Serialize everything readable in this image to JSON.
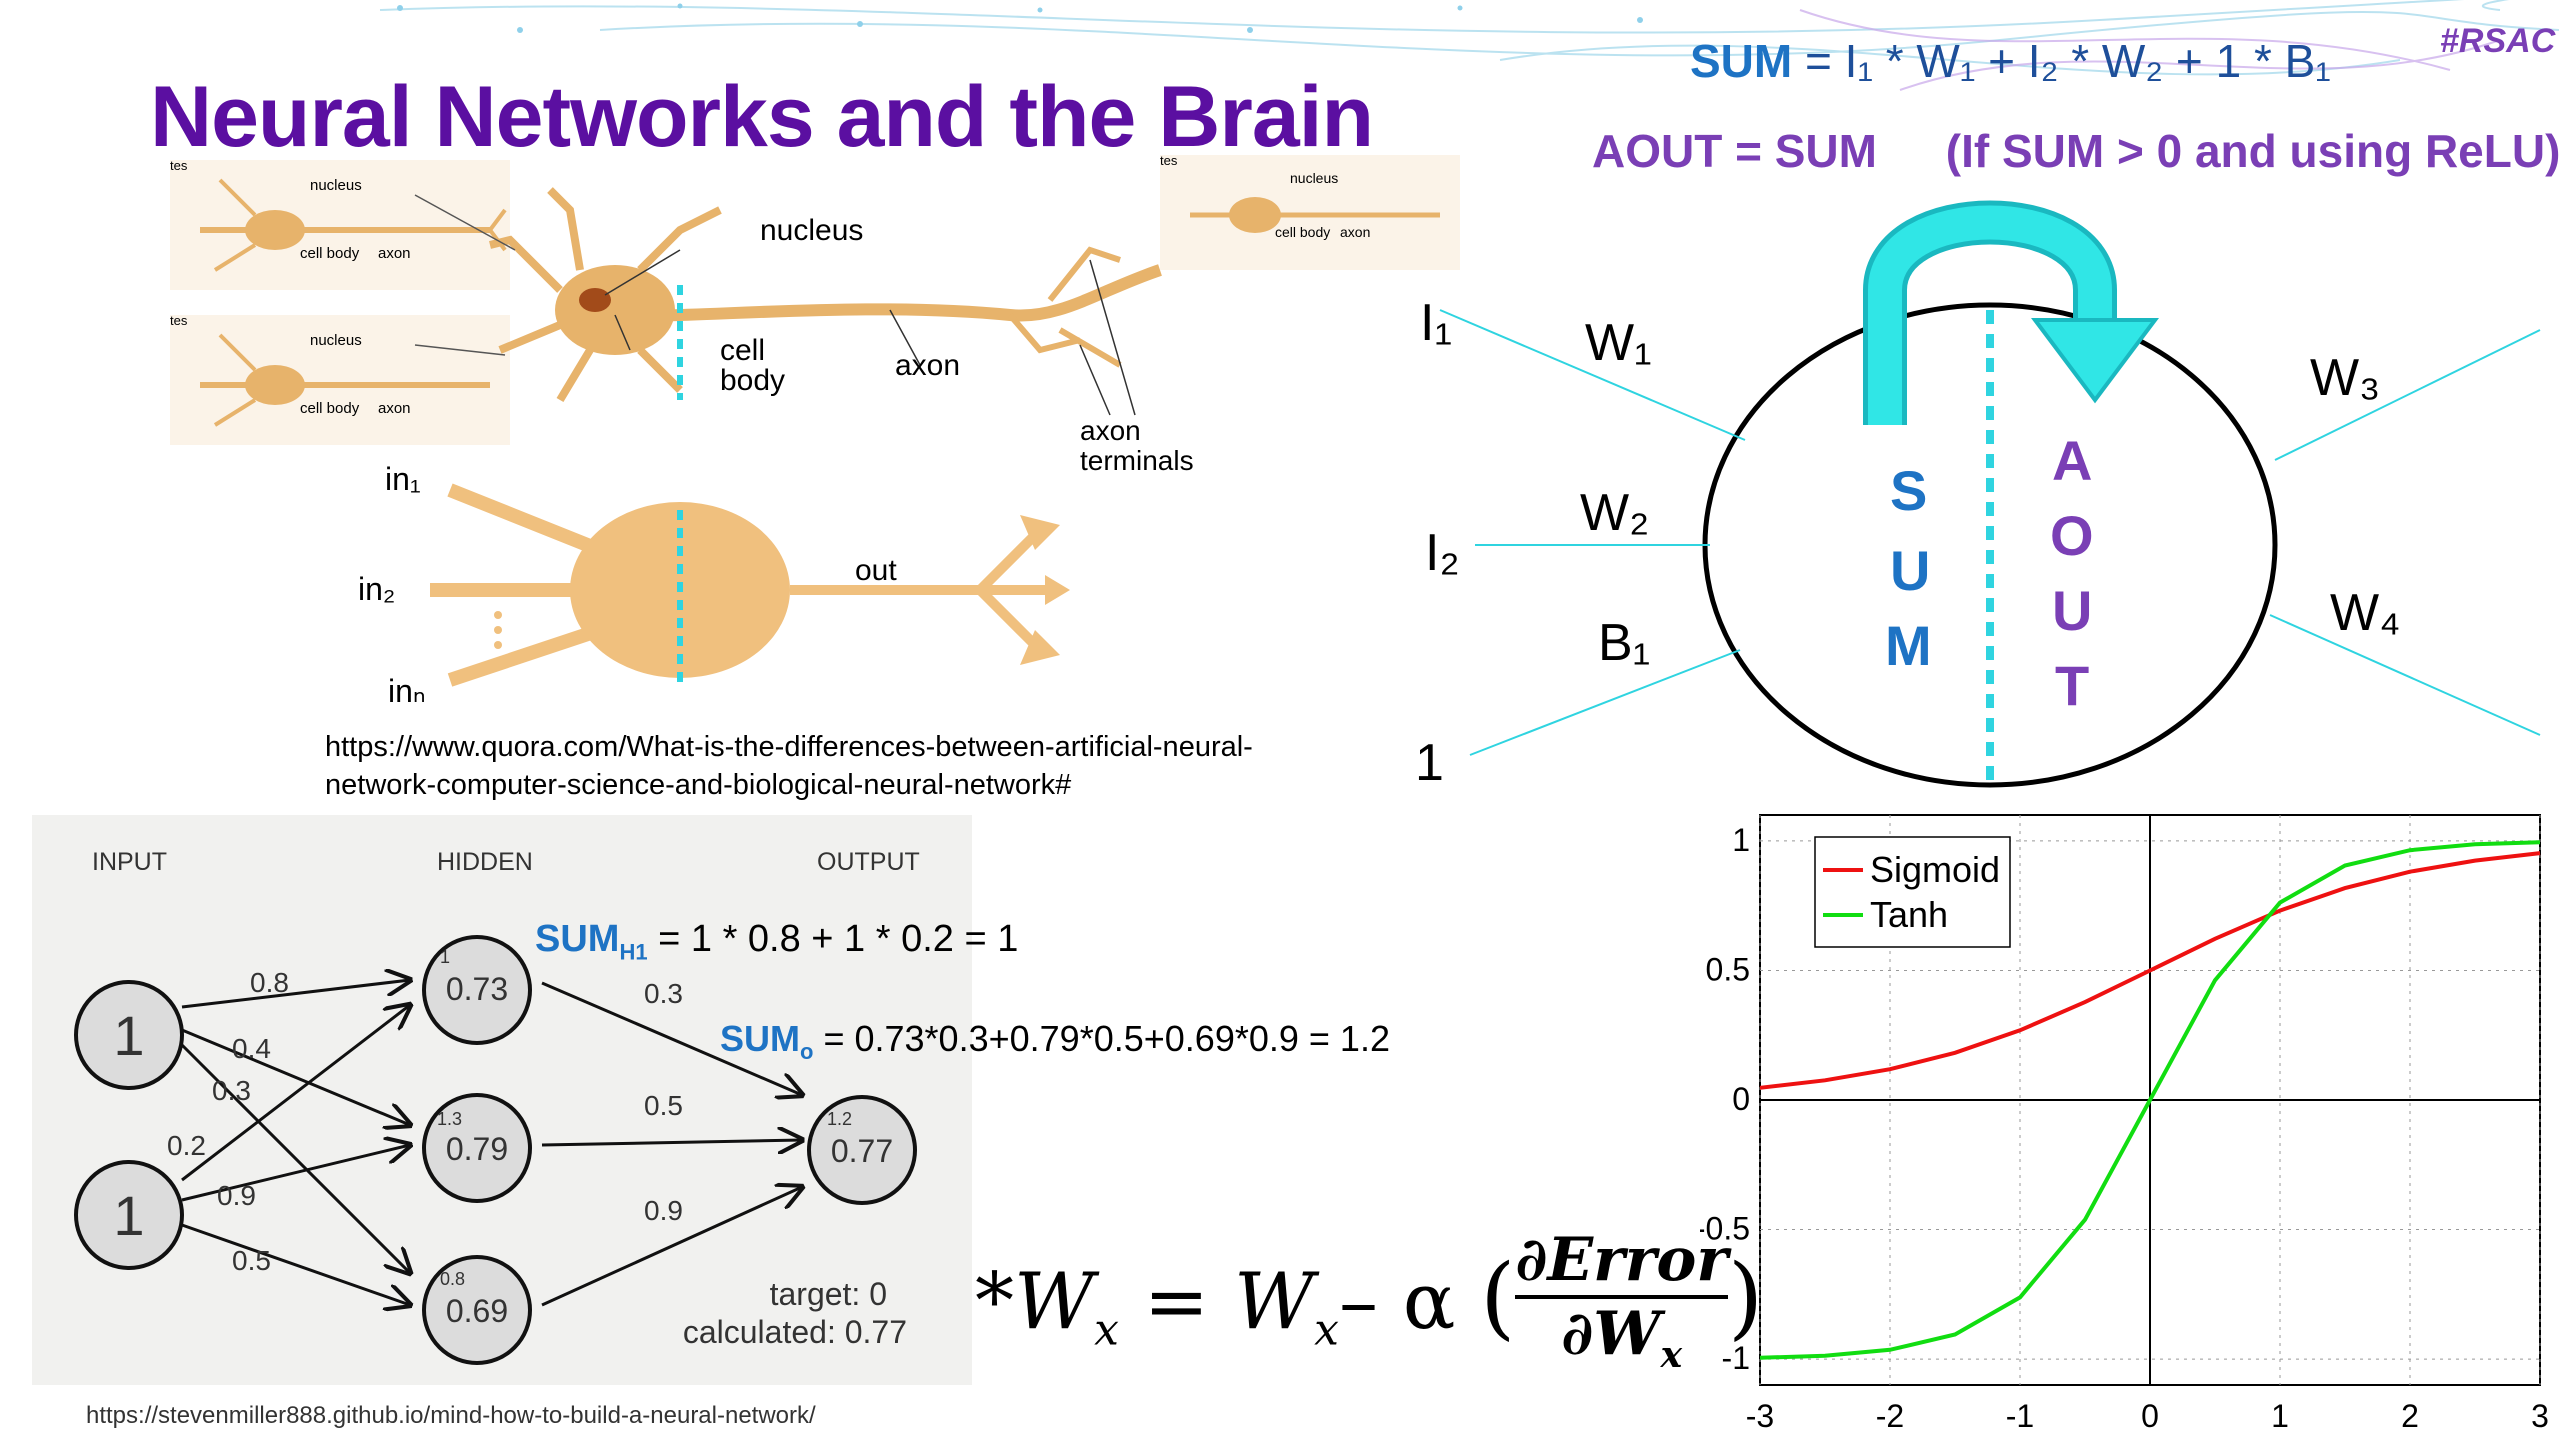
{
  "title": "Neural Networks and the Brain",
  "hashtag": "#RSAC",
  "equations": {
    "sum_label": "SUM",
    "sum_rhs": "= I₁ * W₁ + I₂ * W₂ + 1 * B₁",
    "aout": "AOUT = SUM",
    "aout_condition": "(If SUM > 0 and using ReLU)"
  },
  "neuron_diagram": {
    "labels": [
      "nucleus",
      "cell body",
      "axon",
      "axon terminals"
    ],
    "small_labels": [
      "tes",
      "nucleus",
      "cell body",
      "axon"
    ],
    "inputs": [
      "in₁",
      "in₂",
      "inₙ"
    ],
    "output": "out"
  },
  "source_quora": "https://www.quora.com/What-is-the-differences-between-artificial-neural-network-computer-science-and-biological-neural-network#",
  "node_diagram": {
    "inputs": [
      "I₁",
      "I₂",
      "1"
    ],
    "in_weights": [
      "W₁",
      "W₂",
      "B₁"
    ],
    "out_weights": [
      "W₃",
      "W₄"
    ],
    "sum_letters": [
      "S",
      "U",
      "M"
    ],
    "aout_letters": [
      "A",
      "O",
      "U",
      "T"
    ]
  },
  "network": {
    "headers": [
      "INPUT",
      "HIDDEN",
      "OUTPUT"
    ],
    "input_nodes": [
      "1",
      "1"
    ],
    "hidden_nodes": [
      {
        "value": "0.73",
        "sum": "1"
      },
      {
        "value": "0.79",
        "sum": "1.3"
      },
      {
        "value": "0.69",
        "sum": "0.8"
      }
    ],
    "output_node": {
      "value": "0.77",
      "sum": "1.2"
    },
    "weights_in": [
      "0.8",
      "0.4",
      "0.3",
      "0.2",
      "0.9",
      "0.5"
    ],
    "weights_out": [
      "0.3",
      "0.5",
      "0.9"
    ],
    "target": "target: 0",
    "calculated": "calculated: 0.77"
  },
  "sum_h1": {
    "label": "SUM",
    "sub": "H1",
    "expr": " = 1 * 0.8 + 1 * 0.2 = 1"
  },
  "sum_o": {
    "label": "SUM",
    "sub": "o",
    "expr": " = 0.73*0.3+0.79*0.5+0.69*0.9 = 1.2"
  },
  "formula": {
    "lhs": "*W",
    "sub": "x",
    "mid": "= W",
    "alpha": "– α",
    "num": "∂Error",
    "den": "∂W"
  },
  "source_github": "https://stevenmiller888.github.io/mind-how-to-build-a-neural-network/",
  "chart_data": {
    "type": "line",
    "x": [
      -3,
      -2.5,
      -2,
      -1.5,
      -1,
      -0.5,
      0,
      0.5,
      1,
      1.5,
      2,
      2.5,
      3
    ],
    "series": [
      {
        "name": "Sigmoid",
        "color": "#ee1111",
        "values": [
          0.047,
          0.076,
          0.119,
          0.182,
          0.269,
          0.378,
          0.5,
          0.622,
          0.731,
          0.818,
          0.881,
          0.924,
          0.953
        ]
      },
      {
        "name": "Tanh",
        "color": "#11dd11",
        "values": [
          -0.995,
          -0.987,
          -0.964,
          -0.905,
          -0.762,
          -0.462,
          0,
          0.462,
          0.762,
          0.905,
          0.964,
          0.987,
          0.995
        ]
      }
    ],
    "xticks": [
      "-3",
      "-2",
      "-1",
      "0",
      "1",
      "2",
      "3"
    ],
    "yticks": [
      "1",
      "0.5",
      "0",
      "-0.5",
      "-1"
    ],
    "xlim": [
      -3,
      3
    ],
    "ylim": [
      -1.1,
      1.1
    ],
    "grid": true,
    "legend": "top-left"
  }
}
